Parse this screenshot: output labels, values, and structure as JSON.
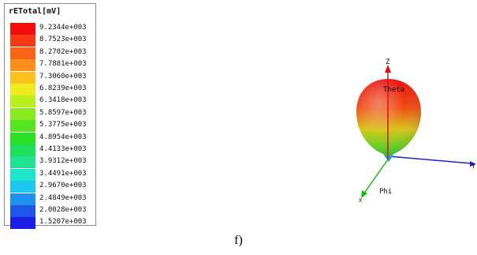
{
  "legend": {
    "title": "rETotal[mV]",
    "entries": [
      {
        "value": "9.2344e+003",
        "color": "#f20c0c"
      },
      {
        "value": "8.7523e+003",
        "color": "#f73a15"
      },
      {
        "value": "8.2702e+003",
        "color": "#fa6419"
      },
      {
        "value": "7.7881e+003",
        "color": "#fc8f1c"
      },
      {
        "value": "7.3060e+003",
        "color": "#fcc21c"
      },
      {
        "value": "6.8239e+003",
        "color": "#f0eb1e"
      },
      {
        "value": "6.3418e+003",
        "color": "#b9ef1e"
      },
      {
        "value": "5.8597e+003",
        "color": "#89ea1e"
      },
      {
        "value": "5.3775e+003",
        "color": "#55e41e"
      },
      {
        "value": "4.8954e+003",
        "color": "#29e024"
      },
      {
        "value": "4.4133e+003",
        "color": "#1ee05a"
      },
      {
        "value": "3.9312e+003",
        "color": "#1ee393"
      },
      {
        "value": "3.4491e+003",
        "color": "#1ee6cc"
      },
      {
        "value": "2.9670e+003",
        "color": "#1cc8ee"
      },
      {
        "value": "2.4849e+003",
        "color": "#1e90ee"
      },
      {
        "value": "2.0028e+003",
        "color": "#1e56ea"
      },
      {
        "value": "1.5207e+003",
        "color": "#1a1ee6"
      }
    ]
  },
  "axes": {
    "z_label": "Z",
    "theta_label": "Theta",
    "phi_label": "Phi",
    "y_label": "Y",
    "x_label": "X",
    "z_color": "#e01010",
    "y_color": "#2222c0",
    "x_color": "#16b816"
  },
  "caption": "f)"
}
